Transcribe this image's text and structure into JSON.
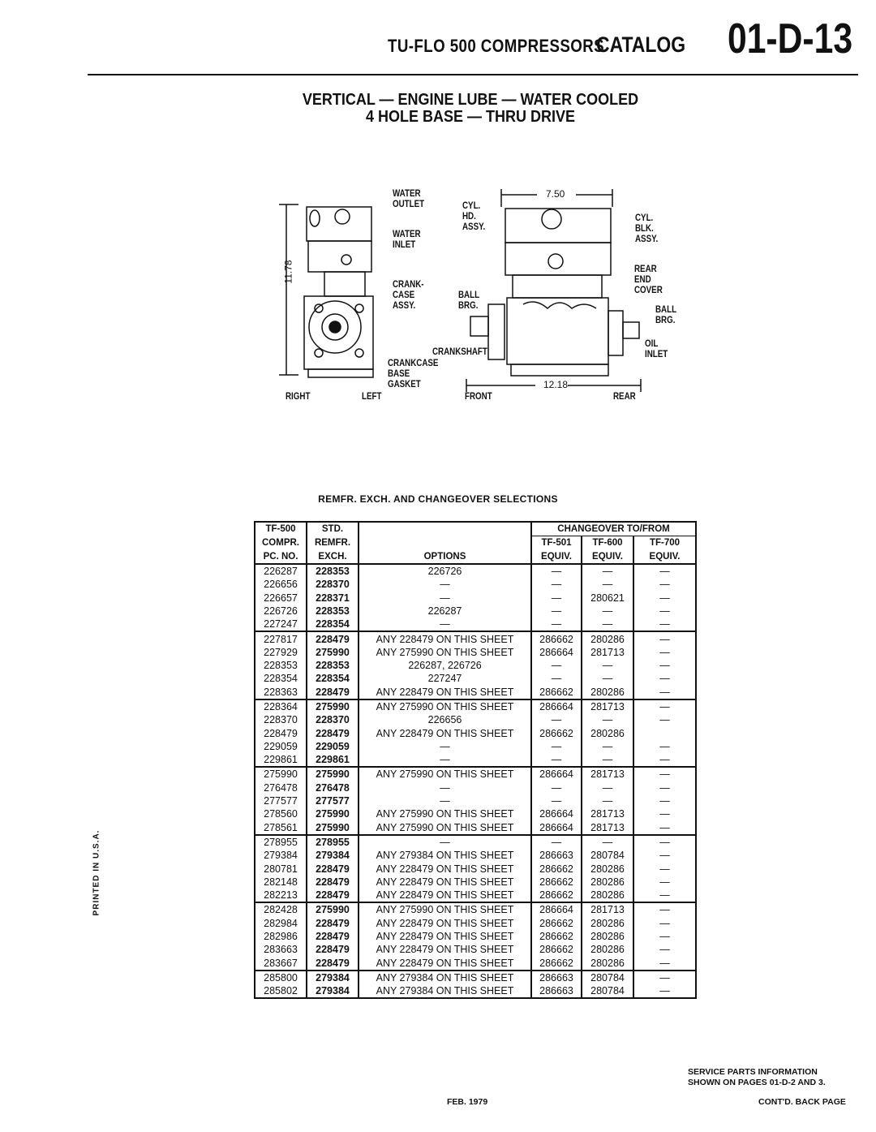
{
  "header": {
    "title": "TU-FLO 500 COMPRESSORS",
    "catalog_label": "CATALOG",
    "catalog_number": "01-D-13"
  },
  "subtitle": {
    "line1": "VERTICAL — ENGINE LUBE — WATER COOLED",
    "line2": "4 HOLE BASE — THRU DRIVE"
  },
  "diagram": {
    "height_dim": "11.78",
    "width_dim_top": "7.50",
    "length_dim": "12.18",
    "labels": {
      "water_outlet": "WATER OUTLET",
      "water_inlet": "WATER INLET",
      "crankcase_assy": "CRANK- CASE ASSY.",
      "crankcase_base_gasket": "CRANKCASE BASE GASKET",
      "right": "RIGHT",
      "left": "LEFT",
      "cyl_hd_assy": "CYL. HD. ASSY.",
      "cyl_blk_assy": "CYL. BLK. ASSY.",
      "rear_end_cover": "REAR END COVER",
      "ball_brg_front": "BALL BRG.",
      "ball_brg_rear": "BALL BRG.",
      "crankshaft": "CRANKSHAFT",
      "oil_inlet": "OIL INLET",
      "front": "FRONT",
      "rear": "REAR"
    }
  },
  "table": {
    "title": "REMFR. EXCH. AND CHANGEOVER SELECTIONS",
    "headers": {
      "col0": [
        "TF-500",
        "COMPR.",
        "PC. NO."
      ],
      "col1": [
        "STD.",
        "REMFR.",
        "EXCH."
      ],
      "options": "OPTIONS",
      "changeover": "CHANGEOVER TO/FROM",
      "col3": [
        "TF-501",
        "EQUIV."
      ],
      "col4": [
        "TF-600",
        "EQUIV."
      ],
      "col5": [
        "TF-700",
        "EQUIV."
      ]
    },
    "rows": [
      [
        "226287",
        "228353",
        "226726",
        "—",
        "—",
        "—"
      ],
      [
        "226656",
        "228370",
        "—",
        "—",
        "—",
        "—"
      ],
      [
        "226657",
        "228371",
        "—",
        "—",
        "280621",
        "—"
      ],
      [
        "226726",
        "228353",
        "226287",
        "—",
        "—",
        "—"
      ],
      [
        "227247",
        "228354",
        "—",
        "—",
        "—",
        "—"
      ],
      [
        "227817",
        "228479",
        "ANY 228479 ON THIS SHEET",
        "286662",
        "280286",
        "—"
      ],
      [
        "227929",
        "275990",
        "ANY 275990 ON THIS SHEET",
        "286664",
        "281713",
        "—"
      ],
      [
        "228353",
        "228353",
        "226287, 226726",
        "—",
        "—",
        "—"
      ],
      [
        "228354",
        "228354",
        "227247",
        "—",
        "—",
        "—"
      ],
      [
        "228363",
        "228479",
        "ANY 228479 ON THIS SHEET",
        "286662",
        "280286",
        "—"
      ],
      [
        "228364",
        "275990",
        "ANY 275990 ON THIS SHEET",
        "286664",
        "281713",
        "—"
      ],
      [
        "228370",
        "228370",
        "226656",
        "—",
        "—",
        "—"
      ],
      [
        "228479",
        "228479",
        "ANY 228479 ON THIS SHEET",
        "286662",
        "280286",
        ""
      ],
      [
        "229059",
        "229059",
        "—",
        "—",
        "—",
        "—"
      ],
      [
        "229861",
        "229861",
        "—",
        "—",
        "—",
        "—"
      ],
      [
        "275990",
        "275990",
        "ANY 275990 ON THIS SHEET",
        "286664",
        "281713",
        "—"
      ],
      [
        "276478",
        "276478",
        "—",
        "—",
        "—",
        "—"
      ],
      [
        "277577",
        "277577",
        "—",
        "—",
        "—",
        "—"
      ],
      [
        "278560",
        "275990",
        "ANY 275990 ON THIS SHEET",
        "286664",
        "281713",
        "—"
      ],
      [
        "278561",
        "275990",
        "ANY 275990 ON THIS SHEET",
        "286664",
        "281713",
        "—"
      ],
      [
        "278955",
        "278955",
        "—",
        "—",
        "—",
        "—"
      ],
      [
        "279384",
        "279384",
        "ANY 279384 ON THIS SHEET",
        "286663",
        "280784",
        "—"
      ],
      [
        "280781",
        "228479",
        "ANY 228479 ON THIS SHEET",
        "286662",
        "280286",
        "—"
      ],
      [
        "282148",
        "228479",
        "ANY 228479 ON THIS SHEET",
        "286662",
        "280286",
        "—"
      ],
      [
        "282213",
        "228479",
        "ANY 228479 ON THIS SHEET",
        "286662",
        "280286",
        "—"
      ],
      [
        "282428",
        "275990",
        "ANY 275990 ON THIS SHEET",
        "286664",
        "281713",
        "—"
      ],
      [
        "282984",
        "228479",
        "ANY 228479 ON THIS SHEET",
        "286662",
        "280286",
        "—"
      ],
      [
        "282986",
        "228479",
        "ANY 228479 ON THIS SHEET",
        "286662",
        "280286",
        "—"
      ],
      [
        "283663",
        "228479",
        "ANY 228479 ON THIS SHEET",
        "286662",
        "280286",
        "—"
      ],
      [
        "283667",
        "228479",
        "ANY 228479 ON THIS SHEET",
        "286662",
        "280286",
        "—"
      ],
      [
        "285800",
        "279384",
        "ANY 279384 ON THIS SHEET",
        "286663",
        "280784",
        "—"
      ],
      [
        "285802",
        "279384",
        "ANY 279384 ON THIS SHEET",
        "286663",
        "280784",
        "—"
      ]
    ]
  },
  "side_note": "PRINTED IN U.S.A.",
  "footer": {
    "date": "FEB. 1979",
    "service_line1": "SERVICE PARTS INFORMATION",
    "service_line2": "SHOWN ON PAGES 01-D-2 AND 3.",
    "contd": "CONT'D. BACK PAGE"
  }
}
